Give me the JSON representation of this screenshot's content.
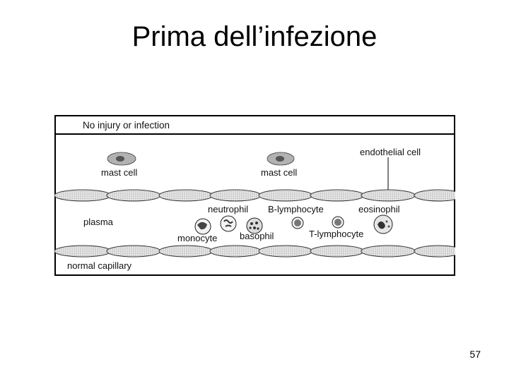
{
  "slide": {
    "title": "Prima dell’infezione",
    "page_number": "57"
  },
  "figure": {
    "header": "No injury or infection",
    "labels": {
      "mast_cell_left": "mast cell",
      "mast_cell_right": "mast cell",
      "endothelial_cell": "endothelial cell",
      "plasma": "plasma",
      "neutrophil": "neutrophil",
      "b_lymphocyte": "B-lymphocyte",
      "eosinophil": "eosinophil",
      "monocyte": "monocyte",
      "basophil": "basophil",
      "t_lymphocyte": "T-lymphocyte",
      "normal_capillary": "normal capillary"
    }
  }
}
